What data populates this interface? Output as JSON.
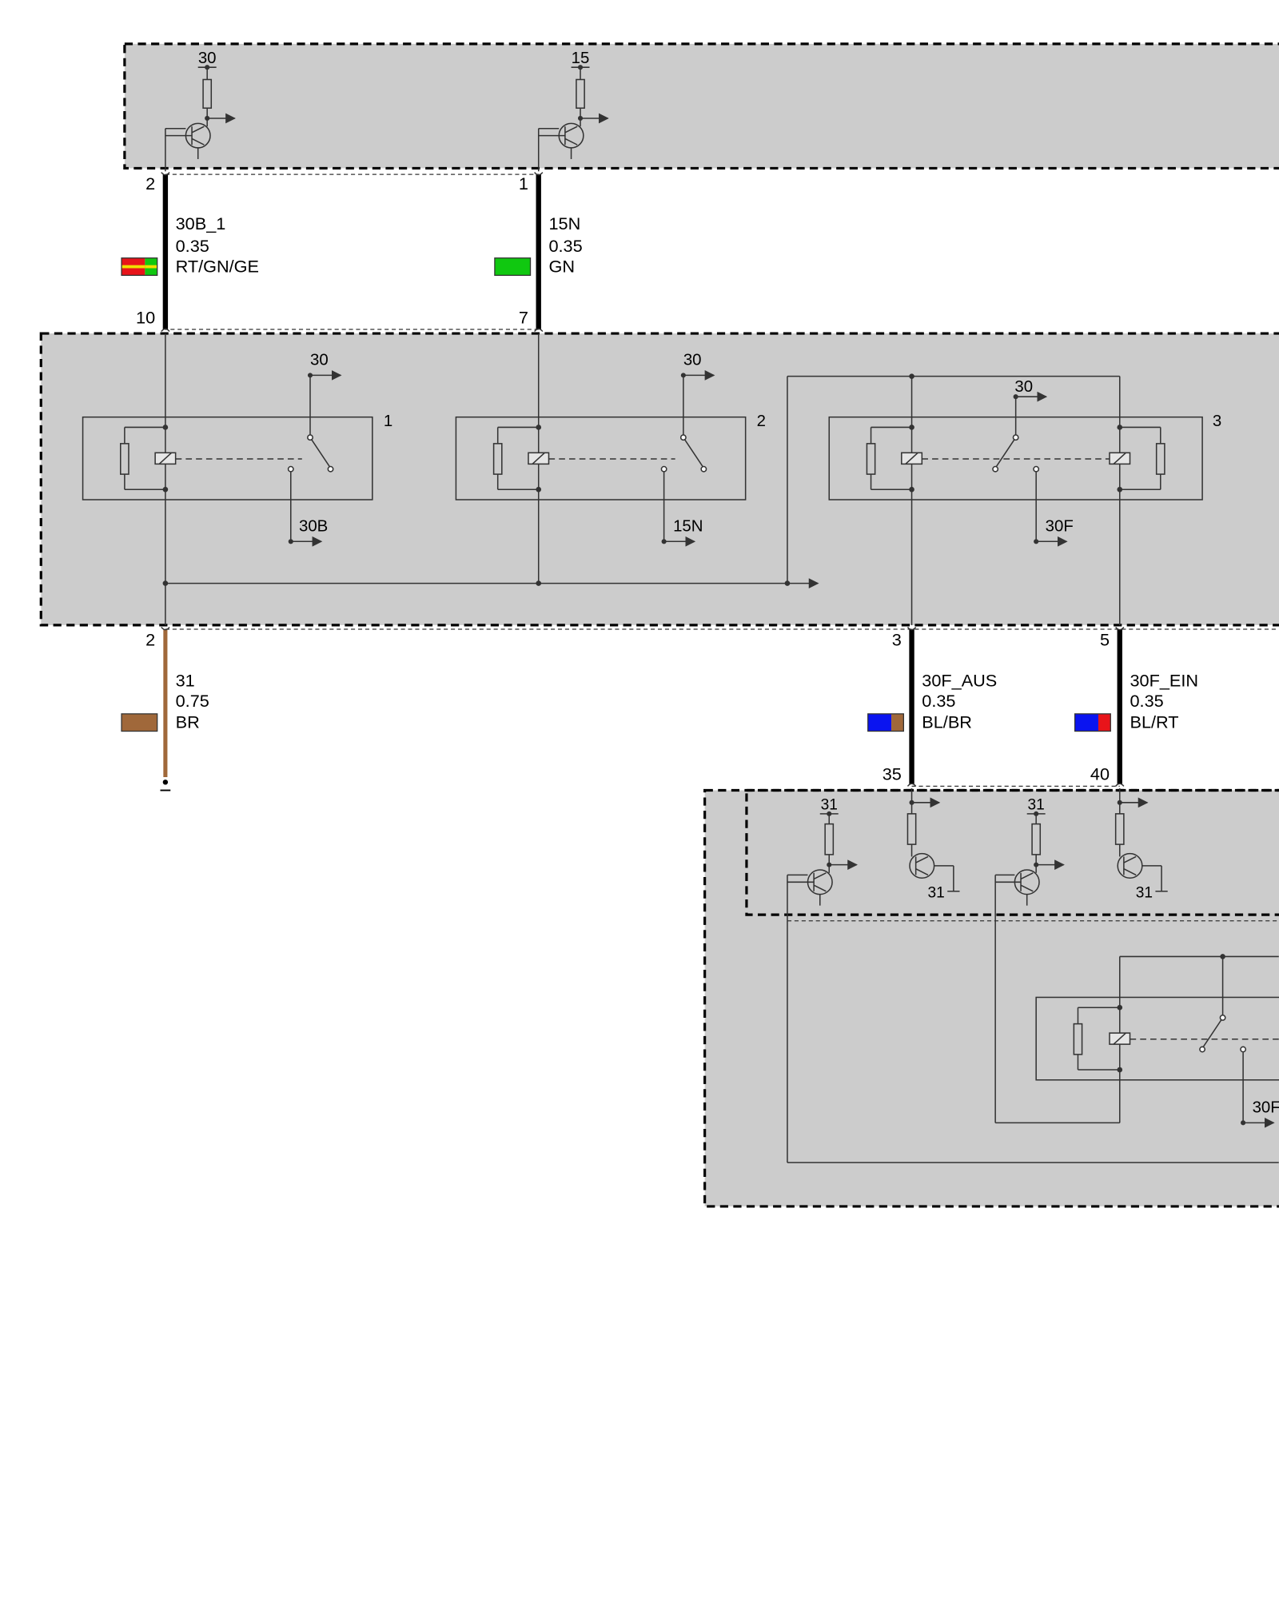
{
  "colors": {
    "module_fill": "#cccccc",
    "rt": "#e8141a",
    "gn": "#10c810",
    "ge": "#f0e000",
    "bl": "#0a14f0",
    "br": "#a0683a"
  },
  "top_module": {
    "transistor_1": {
      "supply": "30",
      "pin": "2"
    },
    "transistor_2": {
      "supply": "15",
      "pin": "1"
    }
  },
  "wires": [
    {
      "id": "30b_1",
      "signal": "30B_1",
      "cross_section": "0.35",
      "color_code": "RT/GN/GE",
      "pin_from": "2",
      "pin_to": "10"
    },
    {
      "id": "15n",
      "signal": "15N",
      "cross_section": "0.35",
      "color_code": "GN",
      "pin_from": "1",
      "pin_to": "7"
    },
    {
      "id": "31",
      "signal": "31",
      "cross_section": "0.75",
      "color_code": "BR",
      "pin_from": "2",
      "pin_to": ""
    },
    {
      "id": "30f_aus",
      "signal": "30F_AUS",
      "cross_section": "0.35",
      "color_code": "BL/BR",
      "pin_from": "3",
      "pin_to": "35"
    },
    {
      "id": "30f_ein",
      "signal": "30F_EIN",
      "cross_section": "0.35",
      "color_code": "BL/RT",
      "pin_from": "5",
      "pin_to": "40"
    }
  ],
  "relay_module": {
    "relays": [
      {
        "number": "1",
        "supply": "30",
        "output": "30B"
      },
      {
        "number": "2",
        "supply": "30",
        "output": "15N"
      },
      {
        "number": "3",
        "supply": "30",
        "output": "30F"
      }
    ]
  },
  "bottom_module": {
    "ground_labels": [
      "31",
      "31",
      "31",
      "31"
    ],
    "output": "30F"
  }
}
